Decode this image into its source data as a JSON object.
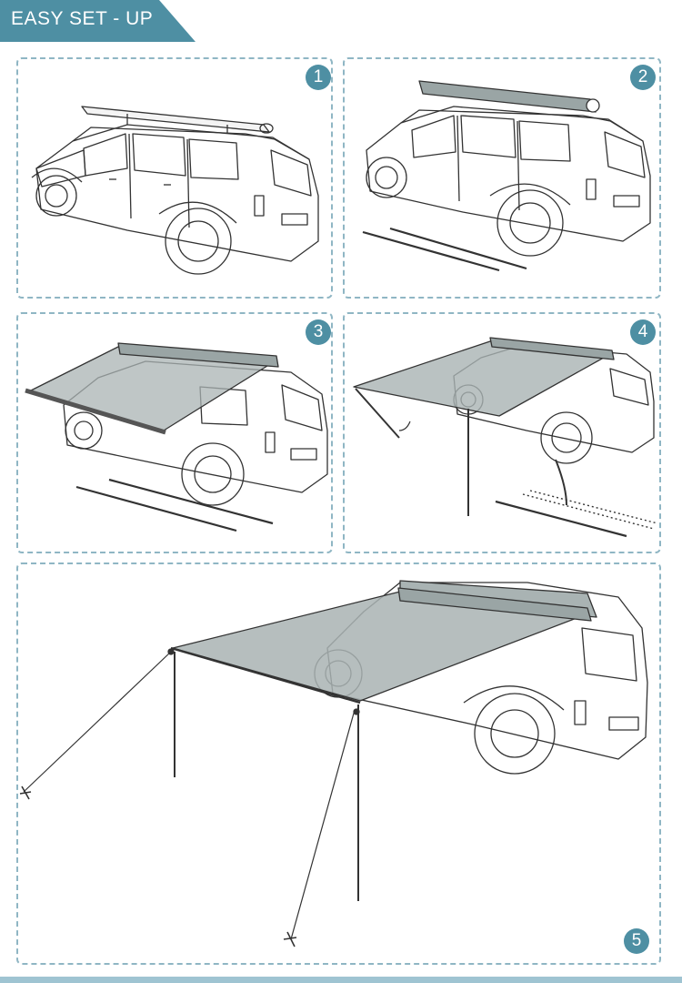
{
  "header": {
    "title": "EASY SET - UP"
  },
  "steps": [
    {
      "number": "1"
    },
    {
      "number": "2"
    },
    {
      "number": "3"
    },
    {
      "number": "4"
    },
    {
      "number": "5"
    }
  ],
  "colors": {
    "accent": "#4e8fa3",
    "panel_border": "#8fb6c4",
    "awning_fabric": "#a9b3b3",
    "line_art": "#333333"
  }
}
